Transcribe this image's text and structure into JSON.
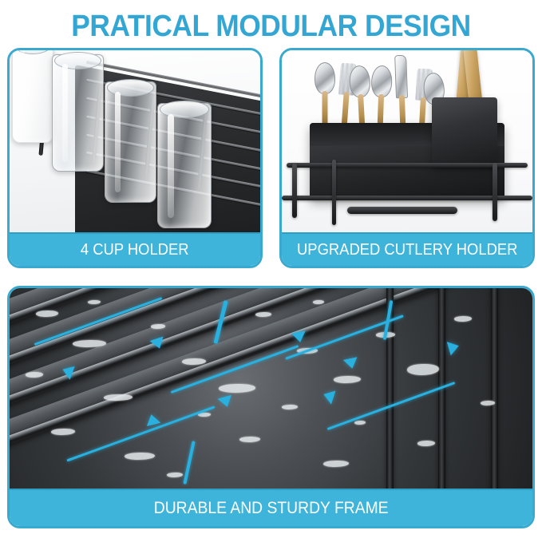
{
  "page": {
    "title": "PRATICAL MODULAR DESIGN",
    "background_color": "#ffffff",
    "accent_color": "#3fb4da",
    "title_color": "#34a6d4",
    "border_color": "#3aa9cf",
    "caption_text_color": "#ffffff"
  },
  "panels": [
    {
      "id": "cup-holder",
      "caption": "4 CUP HOLDER",
      "photo_alt": "Four inverted drinking glasses and a white mug resting in the black wire cup holder section of a dish drying rack",
      "photo_subject": "cup-holder-closeup",
      "cup_count": 4,
      "cups": [
        {
          "type": "opaque-mug",
          "color": "#ffffff"
        },
        {
          "type": "clear-tumbler",
          "color": "#e9eef2"
        },
        {
          "type": "clear-tumbler",
          "color": "#e9eef2"
        },
        {
          "type": "clear-tumbler",
          "color": "#e9eef2"
        }
      ],
      "rack_color": "#1b1c1e"
    },
    {
      "id": "cutlery-holder",
      "caption": "UPGRADED CUTLERY HOLDER",
      "photo_alt": "Black plastic cutlery caddy mounted on a black wire dish rack holding spoons, forks, knives with wooden handles and a wooden spatula",
      "photo_subject": "cutlery-holder-closeup",
      "caddy_color": "#232527",
      "utensils": [
        {
          "type": "spoon",
          "handle": "wood"
        },
        {
          "type": "fork",
          "handle": "wood"
        },
        {
          "type": "spoon",
          "handle": "wood"
        },
        {
          "type": "spoon",
          "handle": "wood"
        },
        {
          "type": "knife",
          "handle": "wood"
        },
        {
          "type": "fork",
          "handle": "wood"
        },
        {
          "type": "spoon",
          "handle": "wood"
        },
        {
          "type": "spatula",
          "handle": "wood"
        }
      ]
    },
    {
      "id": "durable-frame",
      "caption": "DURABLE AND STURDY FRAME",
      "photo_alt": "Extreme close-up of the black coated steel wire frame covered in water droplets with cyan arrows indicating water draining toward the center",
      "photo_subject": "wet-wire-frame-closeup",
      "frame_color": "#2b2d30",
      "flow_arrow_color": "#2ab0df",
      "flow_arrow_count": 8,
      "flow_direction": "converging-to-center"
    }
  ]
}
